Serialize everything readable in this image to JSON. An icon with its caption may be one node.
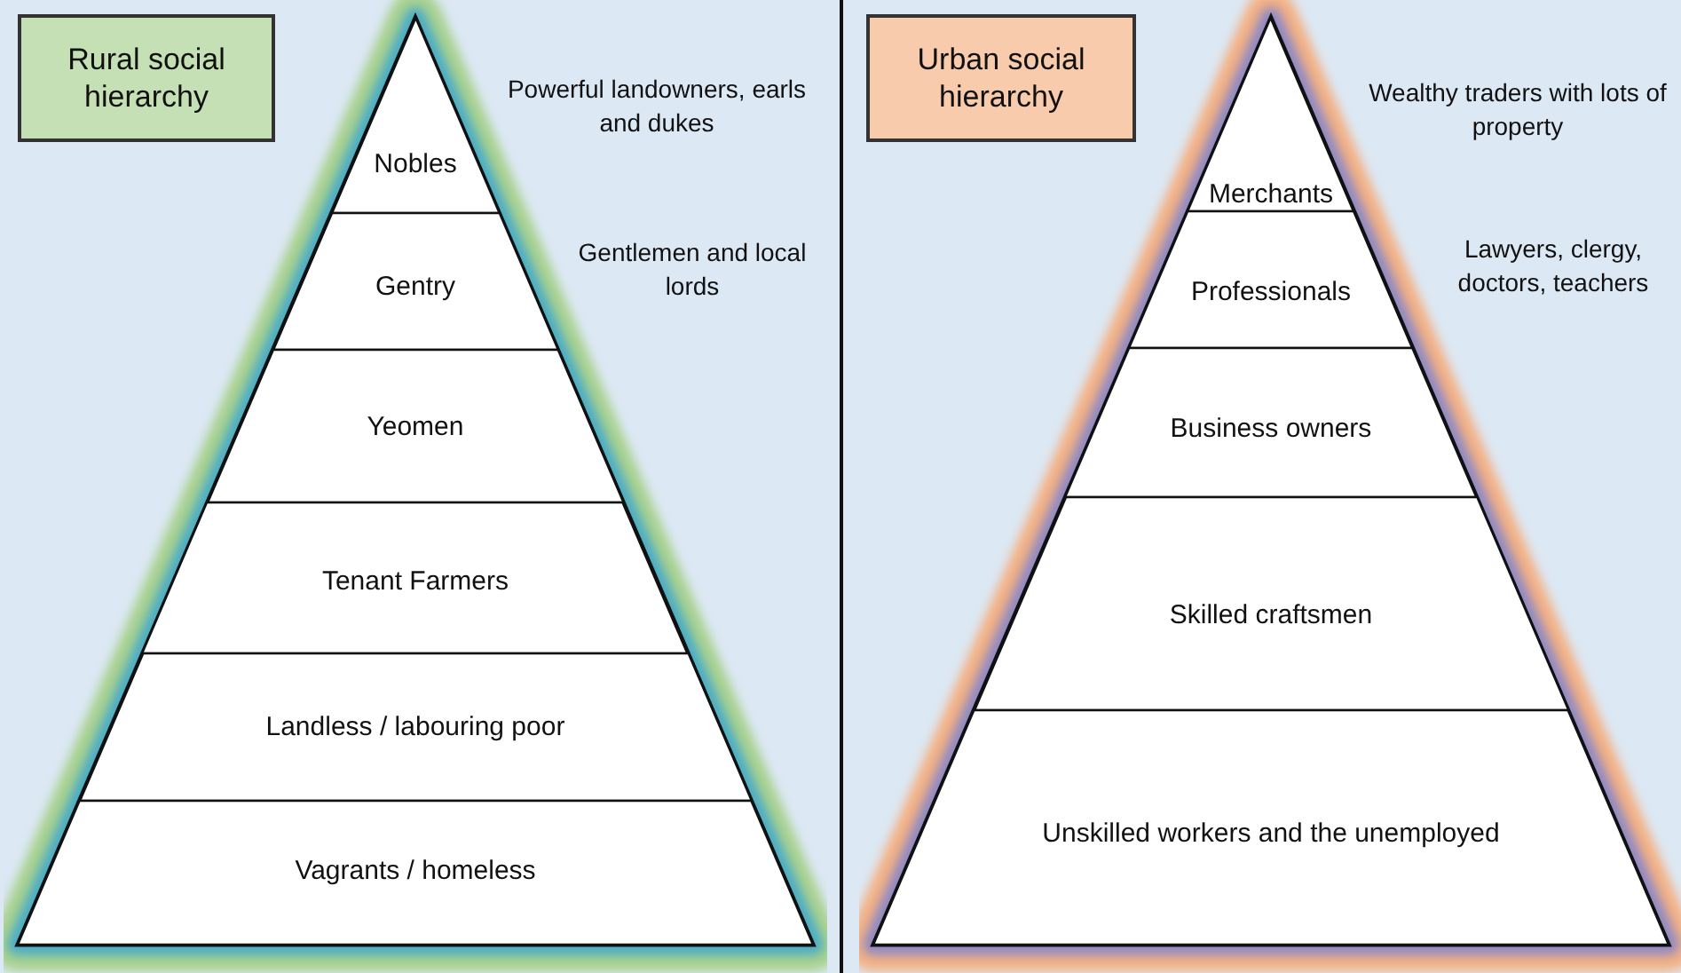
{
  "diagram": {
    "nodes": [
      {
        "text": [
          "Rural social hierarchy"
        ]
      },
      {
        "text": [],
        "shape": "triangle"
      },
      {
        "text": [
          "Nobles"
        ],
        "in": 1,
        "beside": [
          "Powerful landowners, earls and dukes"
        ]
      },
      {
        "text": [
          "Gentry"
        ],
        "in": 1,
        "beside": [
          "Gentlemen and local lords"
        ]
      },
      {
        "text": [
          "Yeomen"
        ],
        "in": 1
      },
      {
        "text": [
          "Tenant Farmers"
        ],
        "in": 1
      },
      {
        "text": [
          "Landless / labouring poor"
        ],
        "in": 1
      },
      {
        "text": [
          "Vagrants / homeless"
        ],
        "in": 1
      },
      {
        "text": [
          "Urban social hierarchy"
        ]
      },
      {
        "text": [],
        "shape": "triangle"
      },
      {
        "text": [
          "Merchants"
        ],
        "in": 9,
        "beside": [
          "Wealthy traders with lots of property"
        ]
      },
      {
        "text": [
          "Professionals"
        ],
        "in": 9,
        "beside": [
          "Lawyers, clergy, doctors, teachers"
        ]
      },
      {
        "text": [
          "Business owners"
        ],
        "in": 9
      },
      {
        "text": [
          "Skilled craftsmen"
        ],
        "in": 9
      },
      {
        "text": [
          "Unskilled workers and the unemployed"
        ],
        "in": 9
      }
    ]
  }
}
